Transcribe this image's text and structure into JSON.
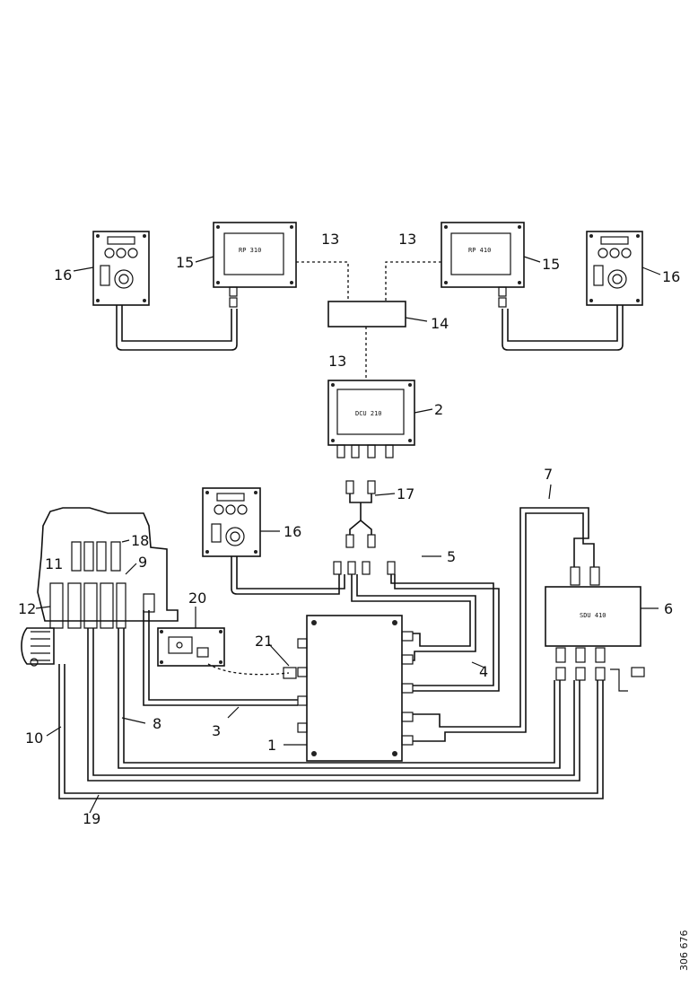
{
  "diagram": {
    "labels": {
      "n1": "1",
      "n2": "2",
      "n3": "3",
      "n4": "4",
      "n5": "5",
      "n6": "6",
      "n7": "7",
      "n8": "8",
      "n9": "9",
      "n10": "10",
      "n11": "11",
      "n12": "12",
      "n13a": "13",
      "n13b": "13",
      "n13c": "13",
      "n14": "14",
      "n15a": "15",
      "n15b": "15",
      "n16a": "16",
      "n16b": "16",
      "n16c": "16",
      "n17": "17",
      "n18": "18",
      "n19": "19",
      "n20": "20",
      "n21": "21"
    },
    "screens": {
      "left_display": "RP 310",
      "right_display": "RP 410",
      "center_display": "DCU 210",
      "module6": "SDU 410"
    },
    "doc_number": "306 676"
  }
}
